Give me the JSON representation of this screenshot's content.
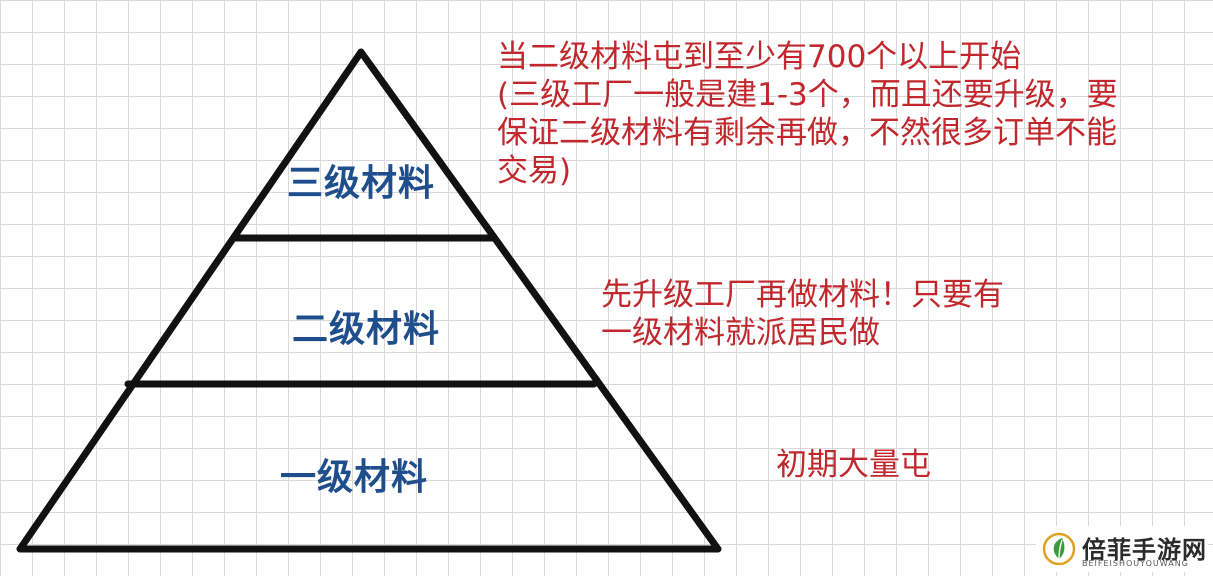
{
  "pyramid": {
    "tiers": [
      {
        "label": "三级材料"
      },
      {
        "label": "二级材料"
      },
      {
        "label": "一级材料"
      }
    ]
  },
  "notes": {
    "tier3": [
      "当二级材料屯到至少有700个以上开始",
      "(三级工厂一般是建1-3个，而且还要升级，要",
      "保证二级材料有剩余再做，不然很多订单不能",
      "交易)"
    ],
    "tier2": [
      "先升级工厂再做材料！只要有",
      "一级材料就派居民做"
    ],
    "tier1": [
      "初期大量屯"
    ]
  },
  "watermark": {
    "name": "倍菲手游网",
    "sub": "BEIFEISHOUYOUWANG"
  },
  "colors": {
    "label": "#1f4e8c",
    "note": "#c0282d",
    "line": "#111111",
    "grid": "#d9d9d9"
  }
}
